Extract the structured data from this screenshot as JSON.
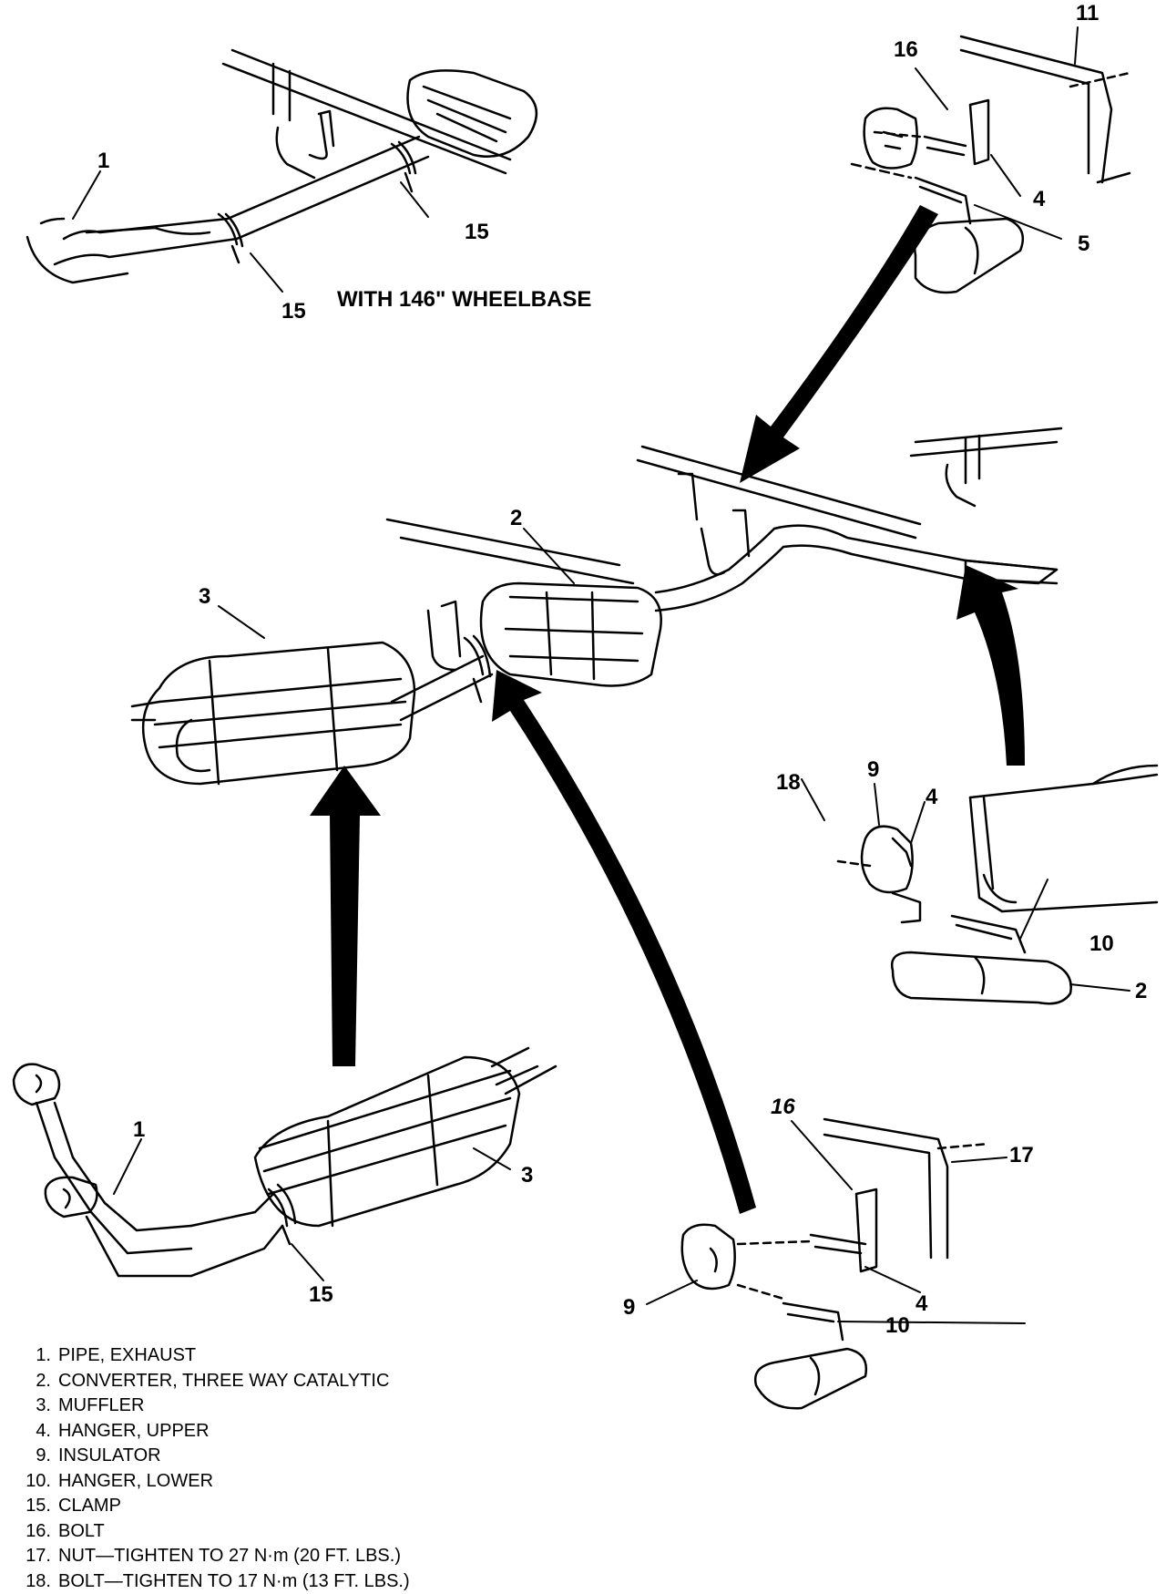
{
  "diagram": {
    "caption_wheelbase": "WITH 146\" WHEELBASE",
    "callouts": {
      "top_left_pipe": "1",
      "top_left_clamp_right": "15",
      "top_left_clamp_bottom": "15",
      "tr_nut": "11",
      "tr_bolt": "16",
      "tr_hanger_upper": "4",
      "tr_hanger_lower": "5",
      "center_converter": "2",
      "center_muffler": "3",
      "mr_bolt": "18",
      "mr_insulator": "9",
      "mr_hanger_upper": "4",
      "mr_hanger_lower": "10",
      "mr_converter": "2",
      "bl_pipe": "1",
      "bl_muffler": "3",
      "bl_clamp": "15",
      "br_bolt": "16",
      "br_nut": "17",
      "br_hanger_upper": "4",
      "br_insulator": "9",
      "br_hanger_lower": "10"
    }
  },
  "legend": [
    {
      "num": "1.",
      "text": "PIPE, EXHAUST"
    },
    {
      "num": "2.",
      "text": "CONVERTER, THREE WAY CATALYTIC"
    },
    {
      "num": "3.",
      "text": "MUFFLER"
    },
    {
      "num": "4.",
      "text": "HANGER, UPPER"
    },
    {
      "num": "9.",
      "text": "INSULATOR"
    },
    {
      "num": "10.",
      "text": "HANGER, LOWER"
    },
    {
      "num": "15.",
      "text": "CLAMP"
    },
    {
      "num": "16.",
      "text": "BOLT"
    },
    {
      "num": "17.",
      "text": "NUT—TIGHTEN TO 27 N·m (20 FT. LBS.)"
    },
    {
      "num": "18.",
      "text": "BOLT—TIGHTEN TO 17 N·m (13 FT. LBS.)"
    }
  ]
}
